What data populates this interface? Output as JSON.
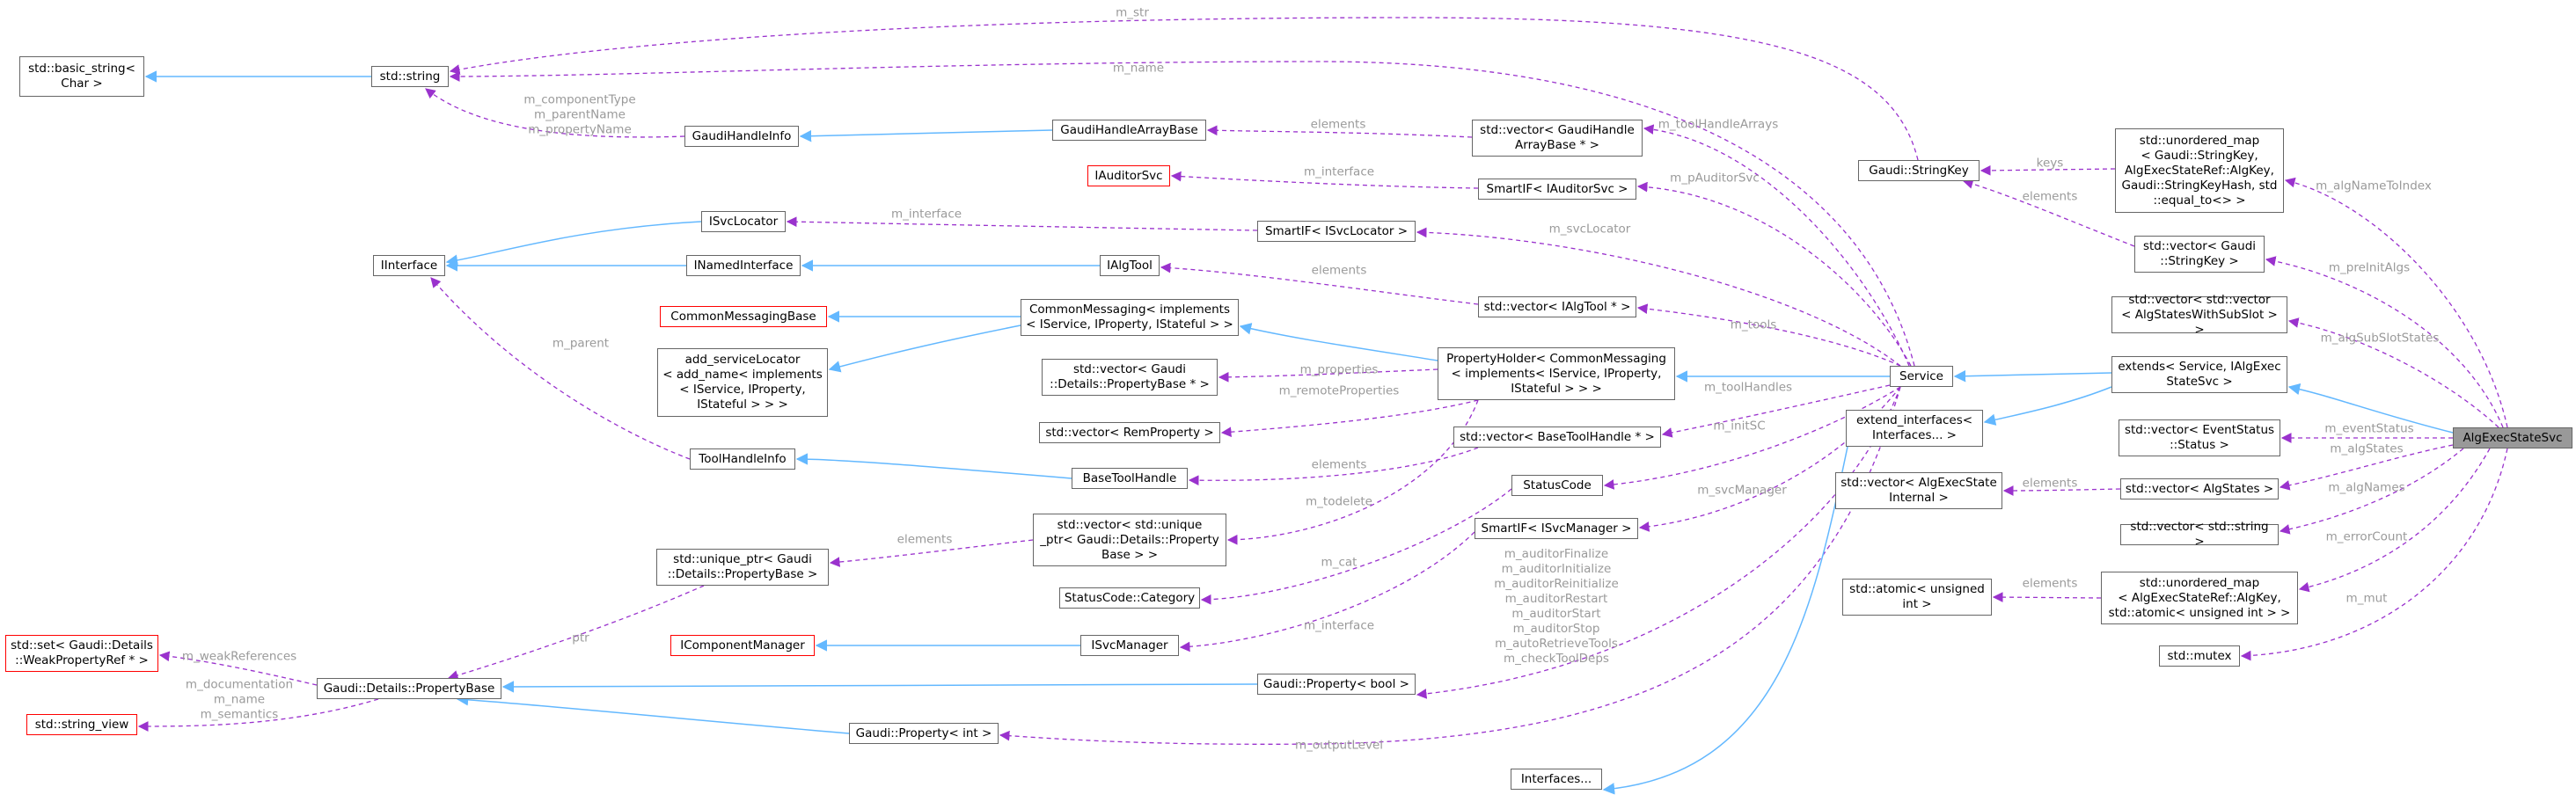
{
  "nodes": {
    "std_basic_string": "std::basic_string<\nChar >",
    "std_string": "std::string",
    "gaudi_handle_info": "GaudiHandleInfo",
    "gaudi_handle_array_base": "GaudiHandleArrayBase",
    "iauditor_svc": "IAuditorSvc",
    "isvc_locator": "ISvcLocator",
    "iinterface": "IInterface",
    "inamed_interface": "INamedInterface",
    "ialg_tool": "IAlgTool",
    "common_messaging_base": "CommonMessagingBase",
    "common_messaging": "CommonMessaging< implements\n< IService, IProperty, IStateful > >",
    "add_service_locator": "add_serviceLocator\n< add_name< implements\n< IService, IProperty,\nIStateful > > >",
    "vec_property_base": "std::vector< Gaudi\n::Details::PropertyBase * >",
    "vec_rem_property": "std::vector< RemProperty >",
    "tool_handle_info": "ToolHandleInfo",
    "base_tool_handle": "BaseToolHandle",
    "unique_ptr_property_base": "std::unique_ptr< Gaudi\n::Details::PropertyBase >",
    "vec_unique_ptr": "std::vector< std::unique\n_ptr< Gaudi::Details::Property\nBase > >",
    "status_code_category": "StatusCode::Category",
    "std_set_weak": "std::set< Gaudi::Details\n::WeakPropertyRef * >",
    "icomponent_manager": "IComponentManager",
    "isvc_manager": "ISvcManager",
    "std_string_view": "std::string_view",
    "property_base": "Gaudi::Details::PropertyBase",
    "property_bool": "Gaudi::Property< bool >",
    "property_int": "Gaudi::Property< int >",
    "vec_gaudi_handle_array": "std::vector< GaudiHandle\nArrayBase * >",
    "smartif_iauditor": "SmartIF< IAuditorSvc >",
    "smartif_isvc_locator": "SmartIF< ISvcLocator >",
    "vec_ialg_tool": "std::vector< IAlgTool * >",
    "property_holder": "PropertyHolder< CommonMessaging\n< implements< IService, IProperty,\nIStateful > > >",
    "vec_base_tool_handle": "std::vector< BaseToolHandle * >",
    "status_code": "StatusCode",
    "smartif_isvc_manager": "SmartIF< ISvcManager >",
    "interfaces": "Interfaces...",
    "gaudi_string_key": "Gaudi::StringKey",
    "service": "Service",
    "extend_interfaces": "extend_interfaces<\nInterfaces... >",
    "vec_alg_exec_state_internal": "std::vector< AlgExecState\nInternal >",
    "std_atomic_uint": "std::atomic< unsigned\nint >",
    "unordered_map_string_key": "std::unordered_map\n< Gaudi::StringKey,\nAlgExecStateRef::AlgKey,\nGaudi::StringKeyHash, std\n::equal_to<> >",
    "vec_gaudi_string_key": "std::vector< Gaudi\n::StringKey >",
    "vec_vec_alg_states": "std::vector< std::vector\n< AlgStatesWithSubSlot > >",
    "extends_service": "extends< Service, IAlgExec\nStateSvc >",
    "vec_event_status": "std::vector< EventStatus\n::Status >",
    "vec_alg_states": "std::vector< AlgStates >",
    "vec_std_string": "std::vector< std::string >",
    "unordered_map_atomic": "std::unordered_map\n< AlgExecStateRef::AlgKey,\nstd::atomic< unsigned int > >",
    "std_mutex": "std::mutex",
    "alg_exec_state_svc": "AlgExecStateSvc"
  },
  "edge_labels": {
    "m_str": "m_str",
    "m_name": "m_name",
    "m_component": "m_componentType\nm_parentName\nm_propertyName",
    "elements_gaudi_handle": "elements",
    "m_interface_auditor": "m_interface",
    "m_interface_locator": "m_interface",
    "elements_alg_tool": "elements",
    "m_parent": "m_parent",
    "m_properties": "m_properties",
    "m_remote_properties": "m_remoteProperties",
    "elements_base_tool": "elements",
    "elements_unique_ptr": "elements",
    "m_todelete": "m_todelete",
    "ptr": "ptr",
    "m_cat": "m_cat",
    "m_weak_references": "m_weakReferences",
    "m_doc_name_sem": "m_documentation\nm_name\nm_semantics",
    "m_interface_svc_manager": "m_interface",
    "m_auditor_bools": "m_auditorFinalize\nm_auditorInitialize\nm_auditorReinitialize\nm_auditorRestart\nm_auditorStart\nm_auditorStop\nm_autoRetrieveTools\nm_checkToolDeps",
    "m_output_level": "m_outputLevel",
    "m_tool_handle_arrays": "m_toolHandleArrays",
    "m_p_auditor_svc": "m_pAuditorSvc",
    "m_svc_locator": "m_svcLocator",
    "m_tools": "m_tools",
    "m_tool_handles": "m_toolHandles",
    "m_init_sc": "m_initSC",
    "m_svc_manager": "m_svcManager",
    "keys": "keys",
    "elements_string_key": "elements",
    "elements_alg_exec_state": "elements",
    "elements_atomic": "elements",
    "m_alg_name_to_index": "m_algNameToIndex",
    "m_pre_init_algs": "m_preInitAlgs",
    "m_alg_sub_slot_states": "m_algSubSlotStates",
    "m_event_status": "m_eventStatus",
    "m_alg_states": "m_algStates",
    "m_alg_names": "m_algNames",
    "m_error_count": "m_errorCount",
    "m_mut": "m_mut"
  },
  "colors": {
    "inheritance_edge": "#63b8ff",
    "member_edge": "#9a32cd",
    "edge_label": "#9a9a9a",
    "node_border": "#666666",
    "missing_node_border": "#ff0000",
    "focus_node_fill": "#999999"
  }
}
